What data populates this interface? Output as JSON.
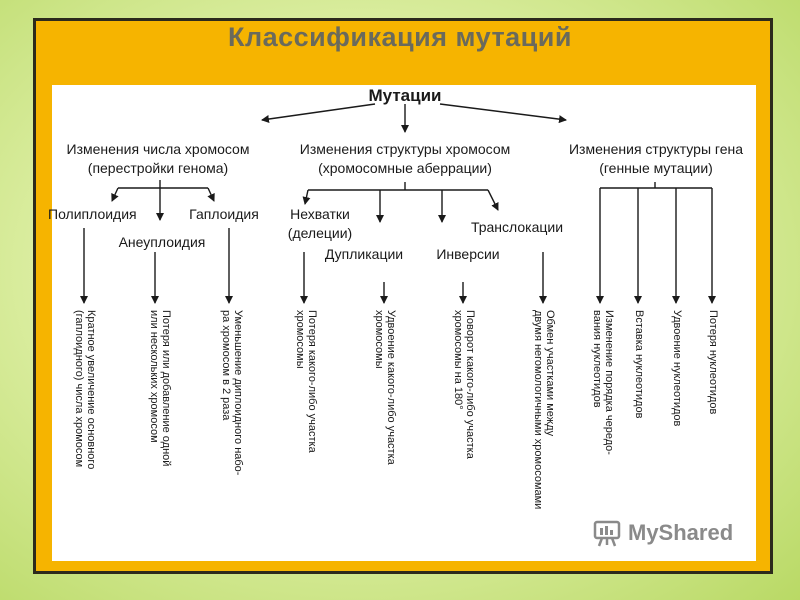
{
  "title": "Классификация мутаций",
  "root": "Мутации",
  "branches": [
    {
      "heading_line1": "Изменения числа хромосом",
      "heading_line2": "(перестройки генома)",
      "children": [
        {
          "label": "Полиплоидия",
          "description": [
            "Кратное увеличение основного",
            "(гаплоидного) числа хромосом"
          ]
        },
        {
          "label": "Анеуплоидия",
          "description": [
            "Потеря или добавление одной",
            "или нескольких хромосом"
          ]
        },
        {
          "label": "Гаплоидия",
          "description": [
            "Уменьшение диплоидного набо-",
            "ра хромосом в 2 раза"
          ]
        }
      ]
    },
    {
      "heading_line1": "Изменения структуры хромосом",
      "heading_line2": "(хромосомные аберрации)",
      "children": [
        {
          "label_line1": "Нехватки",
          "label_line2": "(делеции)",
          "description": [
            "Потеря какого-либо участка",
            "хромосомы"
          ]
        },
        {
          "label": "Дупликации",
          "description": [
            "Удвоение какого-либо участка",
            "хромосомы"
          ]
        },
        {
          "label": "Инверсии",
          "description": [
            "Поворот какого-либо участка",
            "хромосомы на 180°"
          ]
        },
        {
          "label": "Транслокации",
          "description": [
            "Обмен участками между",
            "двумя негомологичными хромосомами"
          ]
        }
      ]
    },
    {
      "heading_line1": "Изменения структуры гена",
      "heading_line2": "(генные мутации)",
      "children": [
        {
          "description": [
            "Изменение порядка чередо-",
            "вания нуклеотидов"
          ]
        },
        {
          "description": [
            "Вставка нуклеотидов"
          ]
        },
        {
          "description": [
            "Удвоение нуклеотидов"
          ]
        },
        {
          "description": [
            "Потеря нуклеотидов"
          ]
        }
      ]
    }
  ],
  "watermark": "MyShared",
  "colors": {
    "frame": "#f6b400",
    "border": "#2c2a1c",
    "title": "#6a6a5c",
    "lines": "#1a1a1a"
  }
}
